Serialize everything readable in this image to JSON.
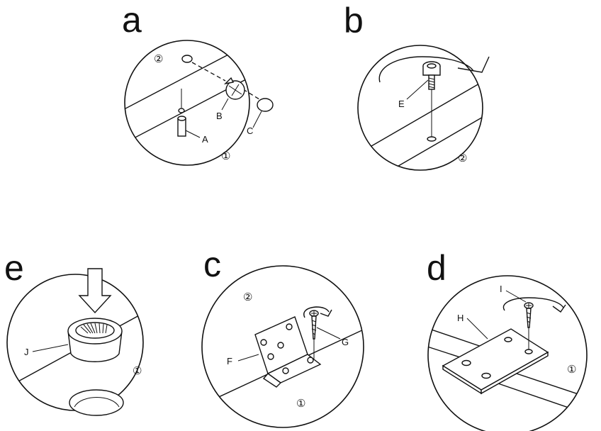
{
  "panels": {
    "a": {
      "letter": "a",
      "parts": [
        "A",
        "B",
        "C"
      ],
      "numbers": [
        "②",
        "①"
      ]
    },
    "b": {
      "letter": "b",
      "parts": [
        "E"
      ],
      "numbers": [
        "②"
      ]
    },
    "e": {
      "letter": "e",
      "parts": [
        "J"
      ],
      "numbers": [
        "①"
      ]
    },
    "c": {
      "letter": "c",
      "parts": [
        "F",
        "G"
      ],
      "numbers": [
        "②",
        "①"
      ]
    },
    "d": {
      "letter": "d",
      "parts": [
        "H",
        "I"
      ],
      "numbers": [
        "①"
      ]
    }
  }
}
